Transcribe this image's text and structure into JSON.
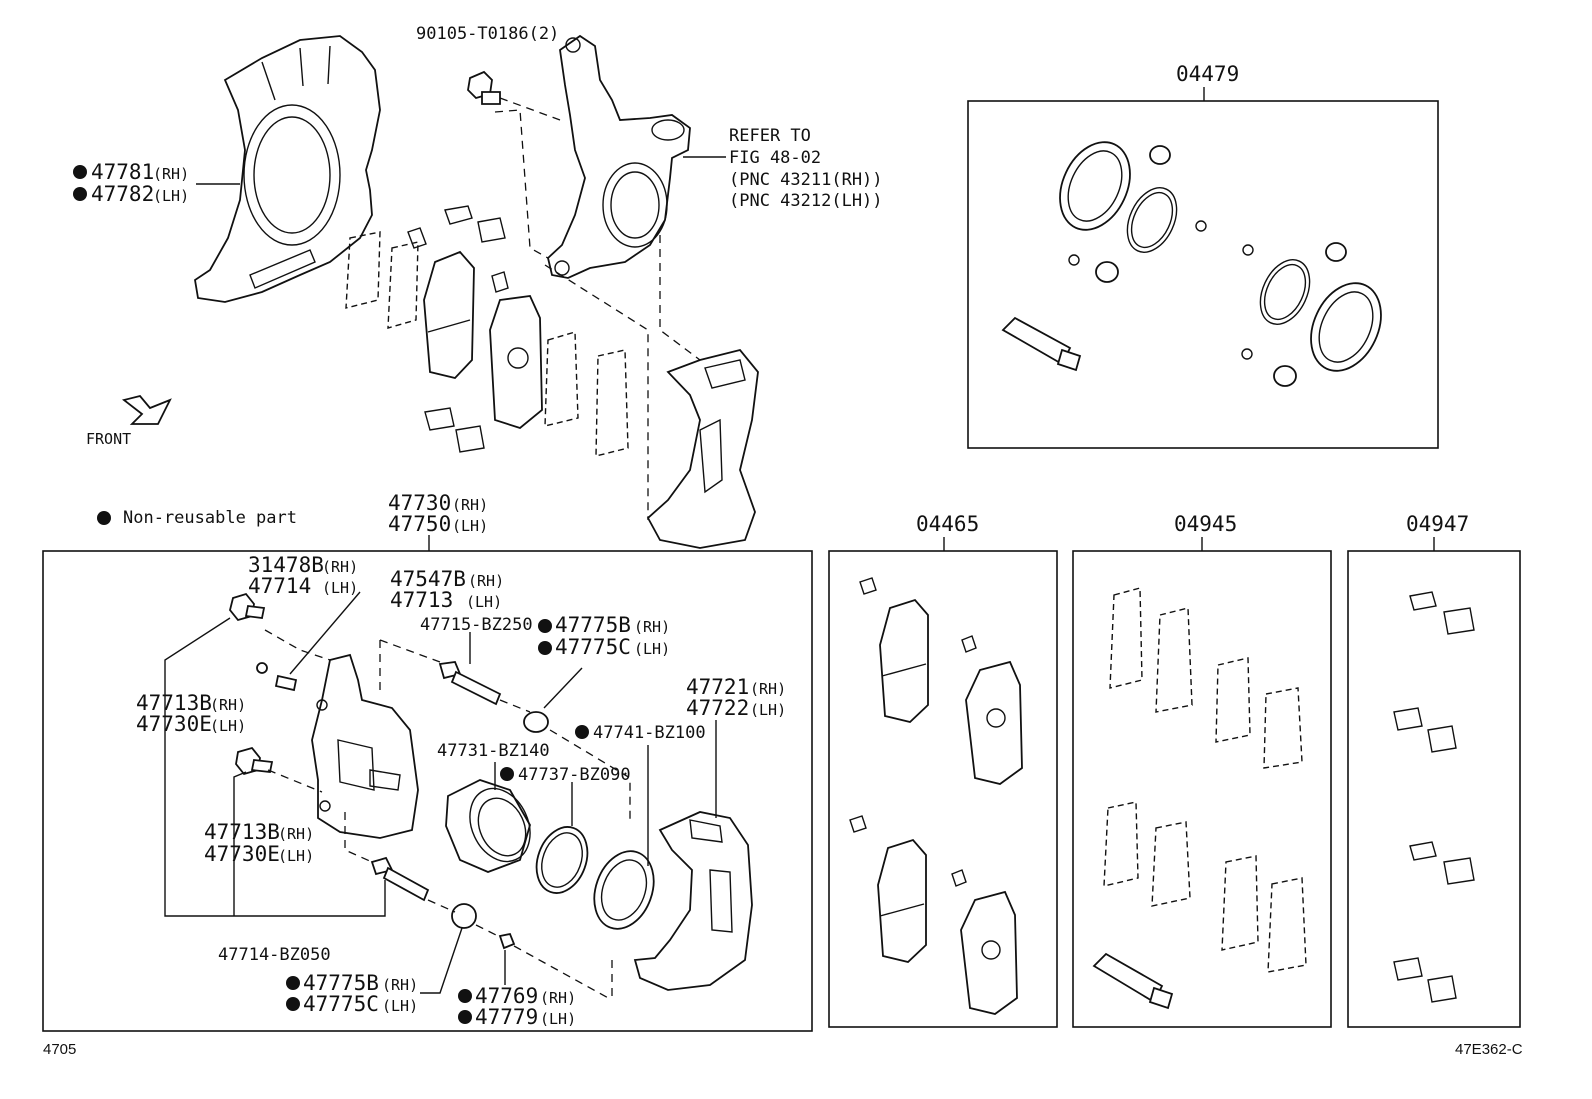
{
  "labels": {
    "bolt_top": "90105-T0186(2)",
    "refer1": "REFER TO",
    "refer2": "FIG 48-02",
    "refer3": "(PNC 43211(RH))",
    "refer4": "(PNC 43212(LH))",
    "shield_rh": "47781",
    "shield_lh": "47782",
    "front": "FRONT",
    "legend": "Non-reusable part",
    "kit1": "04479",
    "kit2": "04465",
    "kit3": "04945",
    "kit4": "04947",
    "cal_rh": "47730",
    "cal_lh": "47750",
    "p31478": "31478B",
    "p47714": "47714",
    "p47547": "47547B",
    "p47713": "47713",
    "p47715": "47715-BZ250",
    "p47775b_a": "47775B",
    "p47775c_a": "47775C",
    "p47721": "47721",
    "p47722": "47722",
    "p47713b_a": "47713B",
    "p47730e_a": "47730E",
    "p47741": "47741-BZ100",
    "p47731": "47731-BZ140",
    "p47737": "47737-BZ090",
    "p47713b_b": "47713B",
    "p47730e_b": "47730E",
    "p47714bz": "47714-BZ050",
    "p47775b_b": "47775B",
    "p47775c_b": "47775C",
    "p47769": "47769",
    "p47779": "47779",
    "rh": "(RH)",
    "lh": "(LH)",
    "bottom_left": "4705",
    "bottom_right": "47E362-C"
  }
}
